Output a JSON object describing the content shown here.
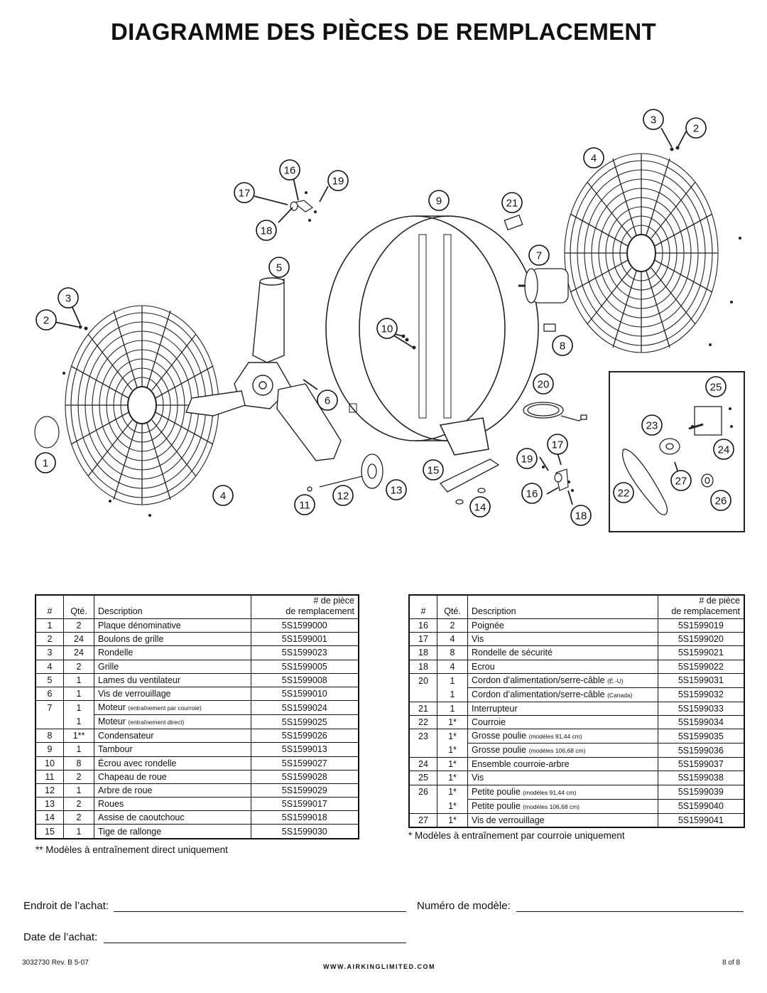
{
  "title": "DIAGRAMME DES PIÈCES DE REMPLACEMENT",
  "callouts": [
    "1",
    "2",
    "3",
    "4",
    "5",
    "6",
    "7",
    "8",
    "9",
    "10",
    "11",
    "12",
    "13",
    "14",
    "15",
    "16",
    "17",
    "18",
    "19",
    "20",
    "21",
    "22",
    "23",
    "24",
    "25",
    "26",
    "27"
  ],
  "table_headers": {
    "num": "#",
    "qty": "Qté.",
    "description": "Description",
    "part_line1": "# de pièce",
    "part_line2": "de remplacement"
  },
  "table_left": [
    {
      "num": "1",
      "qty": "2",
      "desc": "Plaque dénominative",
      "note": "",
      "part": "5S1599000"
    },
    {
      "num": "2",
      "qty": "24",
      "desc": "Boulons de grille",
      "note": "",
      "part": "5S1599001"
    },
    {
      "num": "3",
      "qty": "24",
      "desc": "Rondelle",
      "note": "",
      "part": "5S1599023"
    },
    {
      "num": "4",
      "qty": "2",
      "desc": "Grille",
      "note": "",
      "part": "5S1599005"
    },
    {
      "num": "5",
      "qty": "1",
      "desc": "Lames du ventilateur",
      "note": "",
      "part": "5S1599008"
    },
    {
      "num": "6",
      "qty": "1",
      "desc": "Vis de verrouillage",
      "note": "",
      "part": "5S1599010"
    },
    {
      "num": "7",
      "qty": "1",
      "desc": "Moteur ",
      "note": "(entraînement par courroie)",
      "part": "5S1599024"
    },
    {
      "num": "",
      "qty": "1",
      "desc": "Moteur ",
      "note": "(entraînement direct)",
      "part": "5S1599025"
    },
    {
      "num": "8",
      "qty": "1**",
      "desc": "Condensateur",
      "note": "",
      "part": "5S1599026"
    },
    {
      "num": "9",
      "qty": "1",
      "desc": "Tambour",
      "note": "",
      "part": "5S1599013"
    },
    {
      "num": "10",
      "qty": "8",
      "desc": "Écrou avec rondelle",
      "note": "",
      "part": "5S1599027"
    },
    {
      "num": "11",
      "qty": "2",
      "desc": "Chapeau de roue",
      "note": "",
      "part": "5S1599028"
    },
    {
      "num": "12",
      "qty": "1",
      "desc": "Arbre de roue",
      "note": "",
      "part": "5S1599029"
    },
    {
      "num": "13",
      "qty": "2",
      "desc": "Roues",
      "note": "",
      "part": "5S1599017"
    },
    {
      "num": "14",
      "qty": "2",
      "desc": "Assise de caoutchouc",
      "note": "",
      "part": "5S1599018"
    },
    {
      "num": "15",
      "qty": "1",
      "desc": "Tige de rallonge",
      "note": "",
      "part": "5S1599030"
    }
  ],
  "table_right": [
    {
      "num": "16",
      "qty": "2",
      "desc": "Poignée",
      "note": "",
      "part": "5S1599019"
    },
    {
      "num": "17",
      "qty": "4",
      "desc": "Vis",
      "note": "",
      "part": "5S1599020"
    },
    {
      "num": "18",
      "qty": "8",
      "desc": "Rondelle de sécurité",
      "note": "",
      "part": "5S1599021"
    },
    {
      "num": "18",
      "qty": "4",
      "desc": "Ecrou",
      "note": "",
      "part": "5S1599022"
    },
    {
      "num": "20",
      "qty": "1",
      "desc": "Cordon d’alimentation/serre-câble ",
      "note": "(É.-U)",
      "part": "5S1599031"
    },
    {
      "num": "",
      "qty": "1",
      "desc": "Cordon d’alimentation/serre-câble ",
      "note": "(Canada)",
      "part": "5S1599032"
    },
    {
      "num": "21",
      "qty": "1",
      "desc": "Interrupteur",
      "note": "",
      "part": "5S1599033"
    },
    {
      "num": "22",
      "qty": "1*",
      "desc": "Courroie",
      "note": "",
      "part": "5S1599034"
    },
    {
      "num": "23",
      "qty": "1*",
      "desc": "Grosse poulie ",
      "note": "(modèles 91,44 cm)",
      "part": "5S1599035"
    },
    {
      "num": "",
      "qty": "1*",
      "desc": "Grosse poulie ",
      "note": "(modèles 106,68 cm)",
      "part": "5S1599036"
    },
    {
      "num": "24",
      "qty": "1*",
      "desc": "Ensemble courroie-arbre",
      "note": "",
      "part": "5S1599037"
    },
    {
      "num": "25",
      "qty": "1*",
      "desc": "Vis",
      "note": "",
      "part": "5S1599038"
    },
    {
      "num": "26",
      "qty": "1*",
      "desc": "Petite poulie ",
      "note": "(modèles 91,44 cm)",
      "part": "5S1599039"
    },
    {
      "num": "",
      "qty": "1*",
      "desc": "Petite poulie ",
      "note": "(modèles 106,68 cm)",
      "part": "5S1599040"
    },
    {
      "num": "27",
      "qty": "1*",
      "desc": "Vis de verrouillage",
      "note": "",
      "part": "5S1599041"
    }
  ],
  "note_left": "** Modèles à entraînement direct uniquement",
  "note_right": "* Modèles à entraînement par courroie uniquement",
  "fields": {
    "purchase_place": "Endroit de l’achat:",
    "model_number": "Numéro de modèle:",
    "purchase_date": "Date de l’achat:"
  },
  "footer": {
    "revision": "3032730 Rev. B 5-07",
    "website": "WWW.AIRKINGLIMITED.COM",
    "page": "8 of 8"
  }
}
